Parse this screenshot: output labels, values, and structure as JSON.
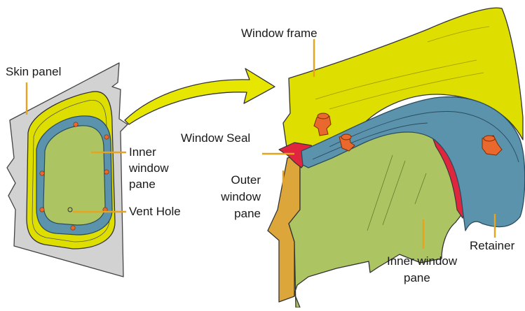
{
  "labels": {
    "skin_panel": "Skin panel",
    "inner_pane_small_l1": "Inner",
    "inner_pane_small_l2": "window",
    "inner_pane_small_l3": "pane",
    "vent_hole": "Vent Hole",
    "window_frame": "Window frame",
    "window_seal": "Window Seal",
    "outer_pane_l1": "Outer",
    "outer_pane_l2": "window",
    "outer_pane_l3": "pane",
    "inner_pane_big_l1": "Inner window",
    "inner_pane_big_l2": "pane",
    "retainer": "Retainer"
  },
  "colors": {
    "frame_yellow": "#dede00",
    "seal_blue": "#5b93ad",
    "pane_green": "#adc462",
    "outer_pane_orange": "#dca63a",
    "seal_red": "#e0253f",
    "bolt_orange": "#e8682e",
    "skin_gray": "#d2d2d2",
    "leader_orange": "#e7a21e"
  }
}
